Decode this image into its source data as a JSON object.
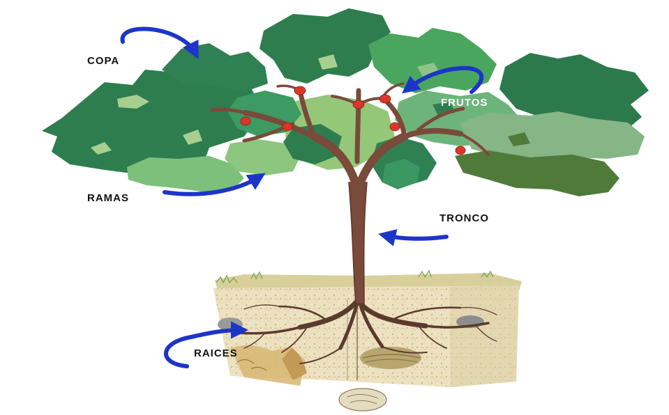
{
  "labels": {
    "copa": "COPA",
    "frutos": "FRUTOS",
    "ramas": "RAMAS",
    "tronco": "TRONCO",
    "raices": "RAICES"
  },
  "colors": {
    "leaf_dark": "#2e7d4f",
    "leaf_mid": "#3f9a5f",
    "leaf_light": "#7cc07c",
    "leaf_pale": "#a7cf8f",
    "leaf_olive": "#4f7a3a",
    "trunk": "#7a4a3a",
    "fruit": "#d9372a",
    "arrow": "#1c35c8",
    "soil": "#e9dcb8",
    "text": "#111111"
  }
}
